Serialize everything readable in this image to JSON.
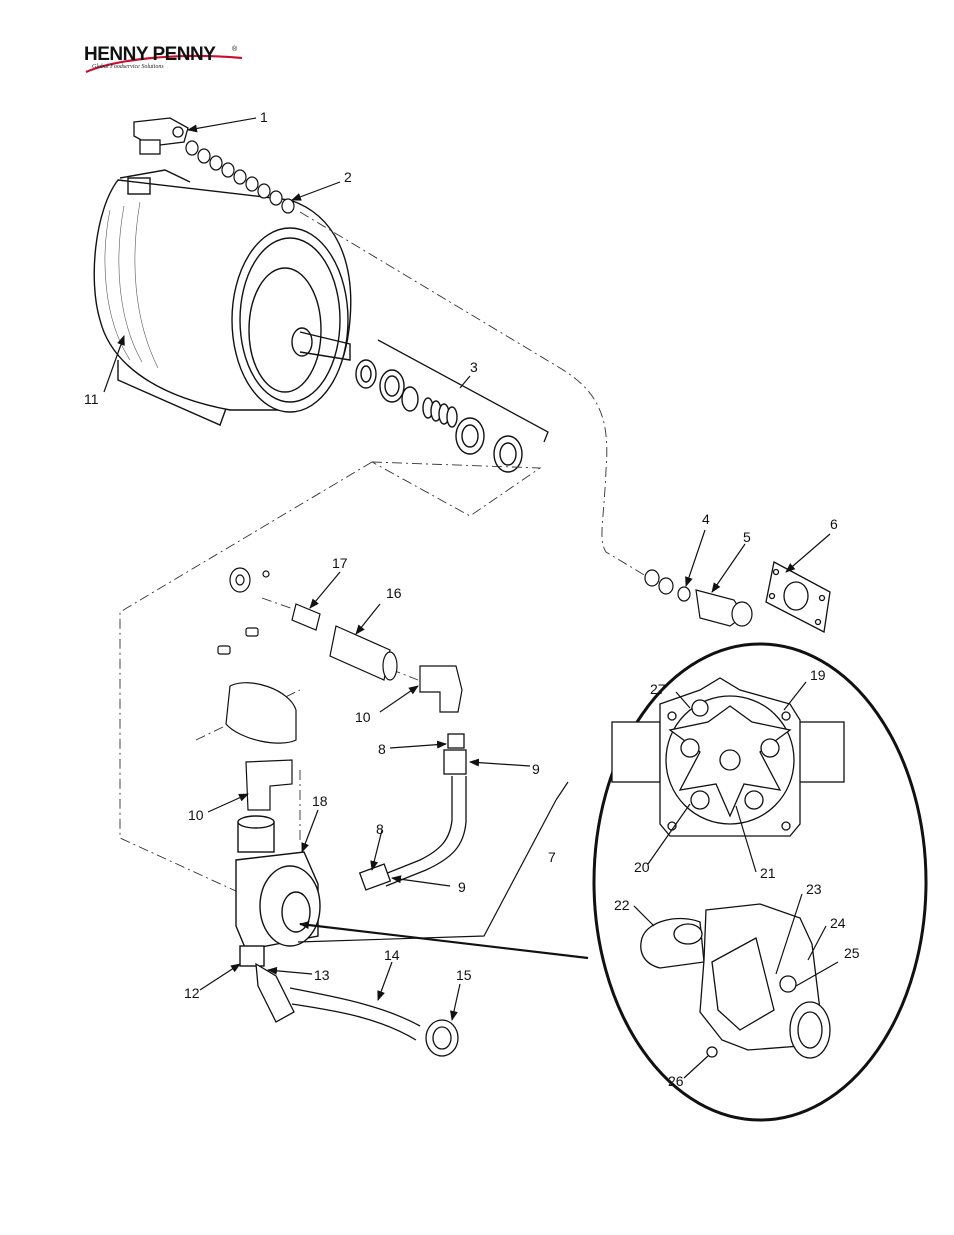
{
  "brand": {
    "name": "HENNY PENNY",
    "registered_mark": "®",
    "tagline": "Global Foodservice Solutions",
    "swoosh_color": "#c8102e"
  },
  "diagram": {
    "callouts": [
      "1",
      "2",
      "3",
      "4",
      "5",
      "6",
      "7",
      "8",
      "8",
      "9",
      "9",
      "10",
      "10",
      "11",
      "12",
      "13",
      "14",
      "15",
      "16",
      "17",
      "18",
      "19",
      "20",
      "21",
      "22",
      "23",
      "24",
      "25",
      "26",
      "27"
    ]
  }
}
